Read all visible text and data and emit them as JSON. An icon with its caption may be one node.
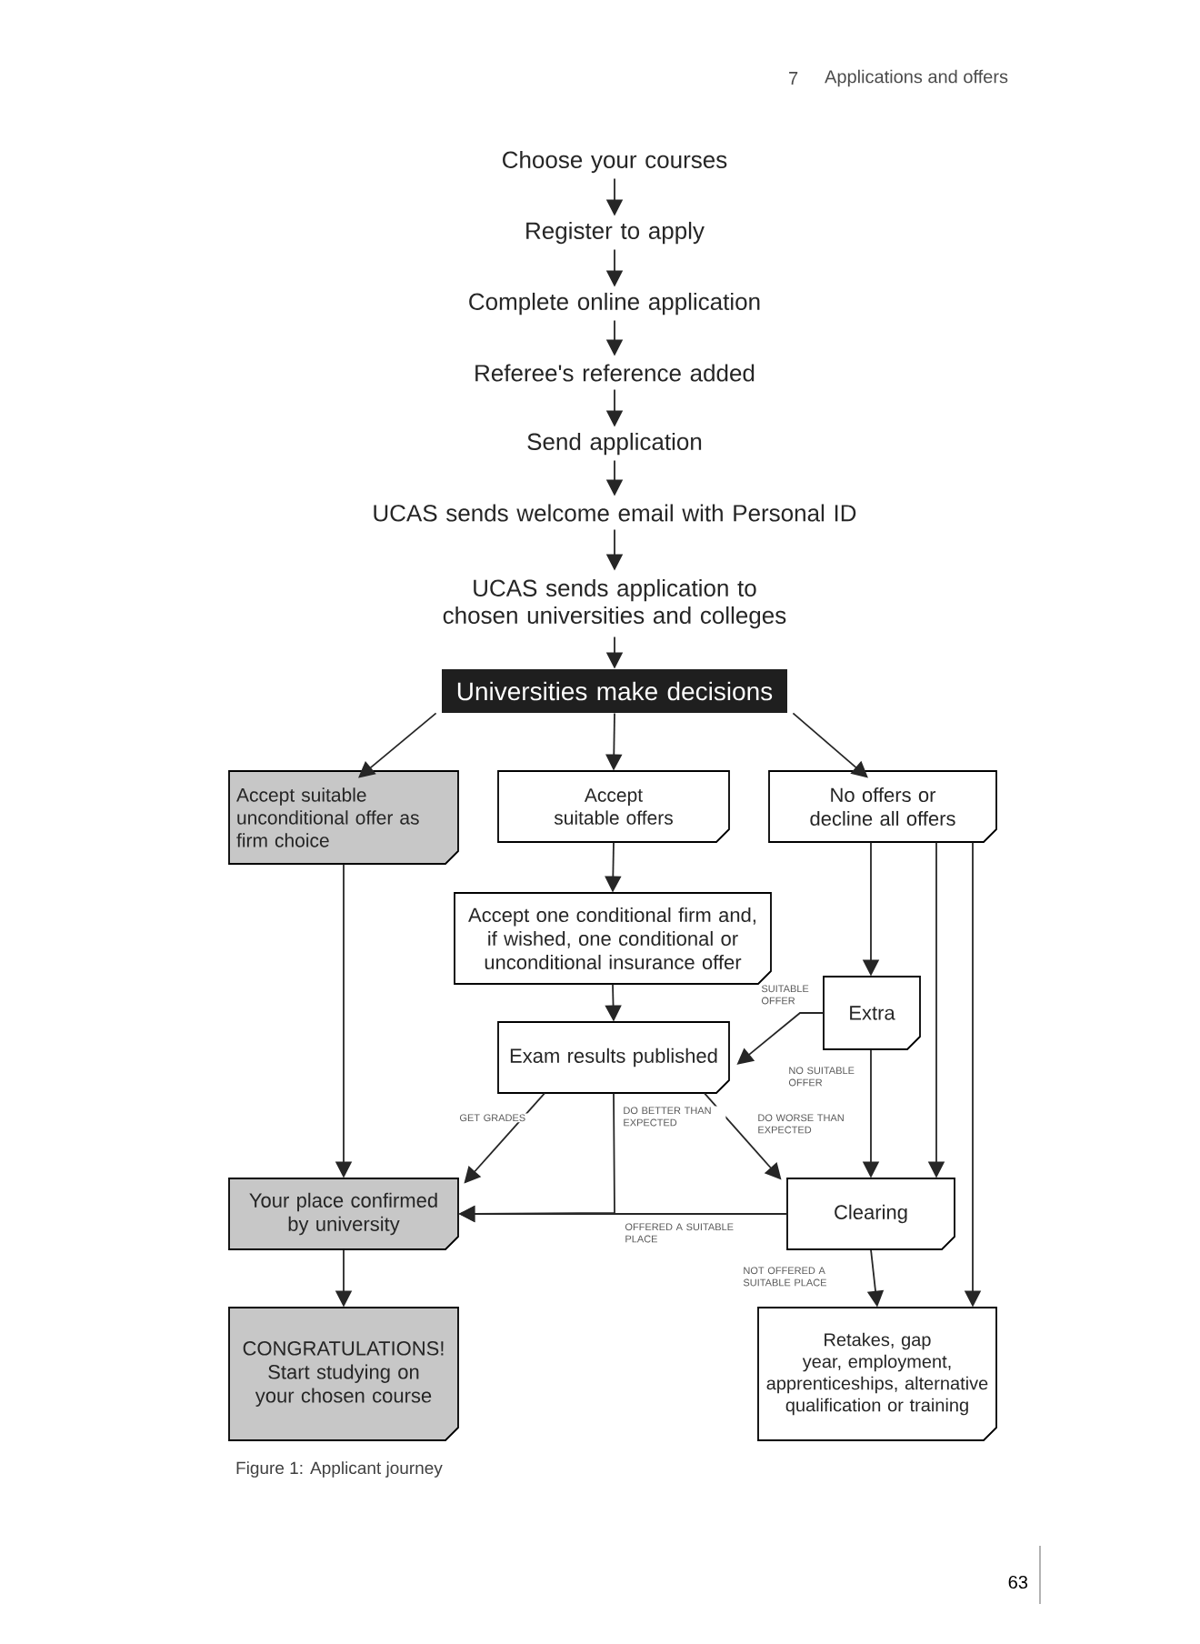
{
  "diagram": {
    "caption": "Figure 1: Applicant journey",
    "nodes": [
      {
        "text": [
          "Choose your courses"
        ]
      },
      {
        "text": [
          "Register to apply"
        ]
      },
      {
        "text": [
          "Complete online application"
        ]
      },
      {
        "text": [
          "Referee's reference added"
        ]
      },
      {
        "text": [
          "Send application"
        ]
      },
      {
        "text": [
          "UCAS sends welcome email with Personal ID"
        ]
      },
      {
        "text": [
          "UCAS sends application to chosen universities and colleges"
        ]
      },
      {
        "text": [
          "Universities make decisions"
        ]
      },
      {
        "text": [
          "Accept suitable unconditional offer as firm choice"
        ]
      },
      {
        "text": [
          "Accept suitable offers"
        ]
      },
      {
        "text": [
          "No offers or decline all offers"
        ]
      },
      {
        "text": [
          "Accept one conditional firm and, if wished, one conditional or unconditional insurance offer"
        ]
      },
      {
        "text": [
          "Extra"
        ]
      },
      {
        "text": [
          "Exam results published"
        ]
      },
      {
        "text": [
          "Clearing"
        ]
      },
      {
        "text": [
          "Your place confirmed by university"
        ]
      },
      {
        "text": [
          "CONGRATULATIONS! Start studying on your chosen course"
        ]
      },
      {
        "text": [
          "Retakes, gap year, employment, apprenticeships, alternative qualification or training"
        ]
      }
    ],
    "edges": [
      {
        "from": 0,
        "to": 1,
        "arrow": "to"
      },
      {
        "from": 1,
        "to": 2,
        "arrow": "to"
      },
      {
        "from": 2,
        "to": 3,
        "arrow": "to"
      },
      {
        "from": 3,
        "to": 4,
        "arrow": "to"
      },
      {
        "from": 4,
        "to": 5,
        "arrow": "to"
      },
      {
        "from": 5,
        "to": 6,
        "arrow": "to"
      },
      {
        "from": 6,
        "to": 7,
        "arrow": "to"
      },
      {
        "from": 7,
        "to": 8,
        "arrow": "to"
      },
      {
        "from": 7,
        "to": 9,
        "arrow": "to"
      },
      {
        "from": 7,
        "to": 10,
        "arrow": "to"
      },
      {
        "from": 9,
        "to": 11,
        "arrow": "to"
      },
      {
        "from": 8,
        "to": 15,
        "arrow": "to"
      },
      {
        "from": 10,
        "to": 12,
        "arrow": "to"
      },
      {
        "from": 10,
        "to": 14,
        "arrow": "to"
      },
      {
        "from": 10,
        "to": 17,
        "arrow": "to"
      },
      {
        "from": 11,
        "to": 13,
        "arrow": "to"
      },
      {
        "from": 12,
        "to": 13,
        "arrow": "to",
        "label": "SUITABLE OFFER"
      },
      {
        "from": 12,
        "to": 14,
        "arrow": "to",
        "label": "NO SUITABLE OFFER"
      },
      {
        "from": 13,
        "to": 15,
        "arrow": "to",
        "label": "GET GRADES"
      },
      {
        "from": 13,
        "to": 15,
        "arrow": "to",
        "label": "DO BETTER THAN EXPECTED"
      },
      {
        "from": 13,
        "to": 14,
        "arrow": "to",
        "label": "DO WORSE THAN EXPECTED"
      },
      {
        "from": 14,
        "to": 15,
        "arrow": "to",
        "label": "OFFERED A SUITABLE PLACE"
      },
      {
        "from": 14,
        "to": 17,
        "arrow": "to",
        "label": "NOT OFFERED A SUITABLE PLACE"
      },
      {
        "from": 15,
        "to": 16,
        "arrow": "to"
      }
    ],
    "labels": [
      "7",
      "Applications and offers",
      "63"
    ]
  }
}
